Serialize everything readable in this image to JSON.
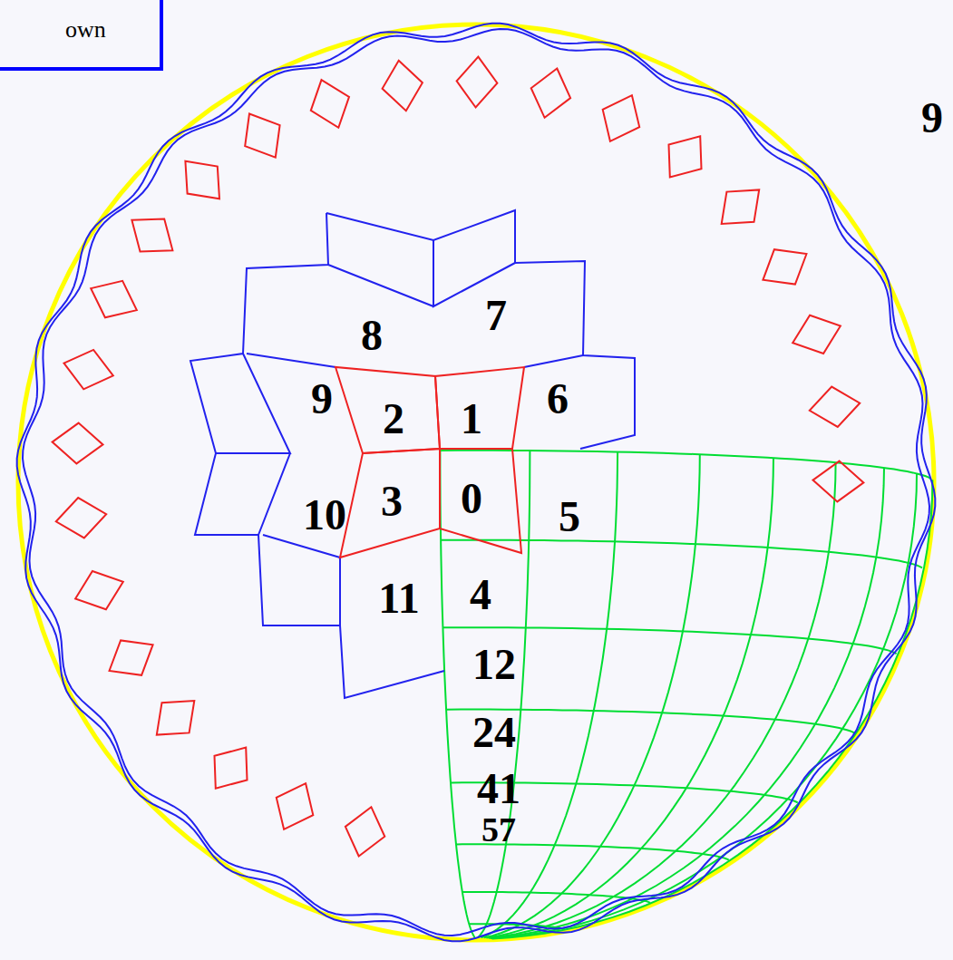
{
  "diagram": {
    "nodes": [
      {
        "text": [
          "own"
        ]
      }
    ],
    "labels": [
      "9",
      "8",
      "7",
      "9",
      "2",
      "1",
      "6",
      "10",
      "3",
      "0",
      "5",
      "11",
      "4",
      "12",
      "24",
      "41",
      "57"
    ]
  }
}
